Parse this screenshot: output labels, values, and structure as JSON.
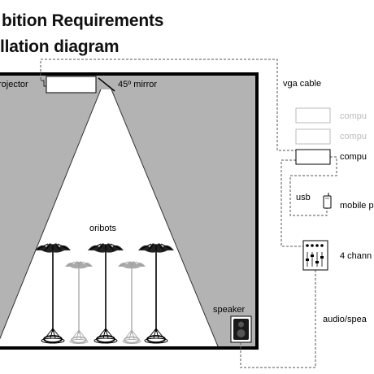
{
  "title": {
    "line1": "bition Requirements",
    "line2": "llation diagram"
  },
  "labels": {
    "projector": "rojector",
    "mirror": "45º mirror",
    "oribots": "oribots",
    "speaker": "speaker",
    "vga_cable": "vga cable",
    "usb": "usb",
    "computer_1": "compu",
    "computer_2": "compu",
    "computer_3": "compu",
    "mobile": "mobile p",
    "channel": "4 chann",
    "audio": "audio/spea"
  },
  "colors": {
    "room_fill": "#b3b3b3",
    "room_border": "#000000",
    "beam_fill": "#ffffff",
    "faded": "#bbbbbb",
    "dashed_line": "#555555"
  },
  "icons": {
    "mixer": "mixer-icon",
    "phone": "mobile-phone-icon",
    "speaker": "speaker-icon",
    "oribot": "oribot-icon"
  }
}
